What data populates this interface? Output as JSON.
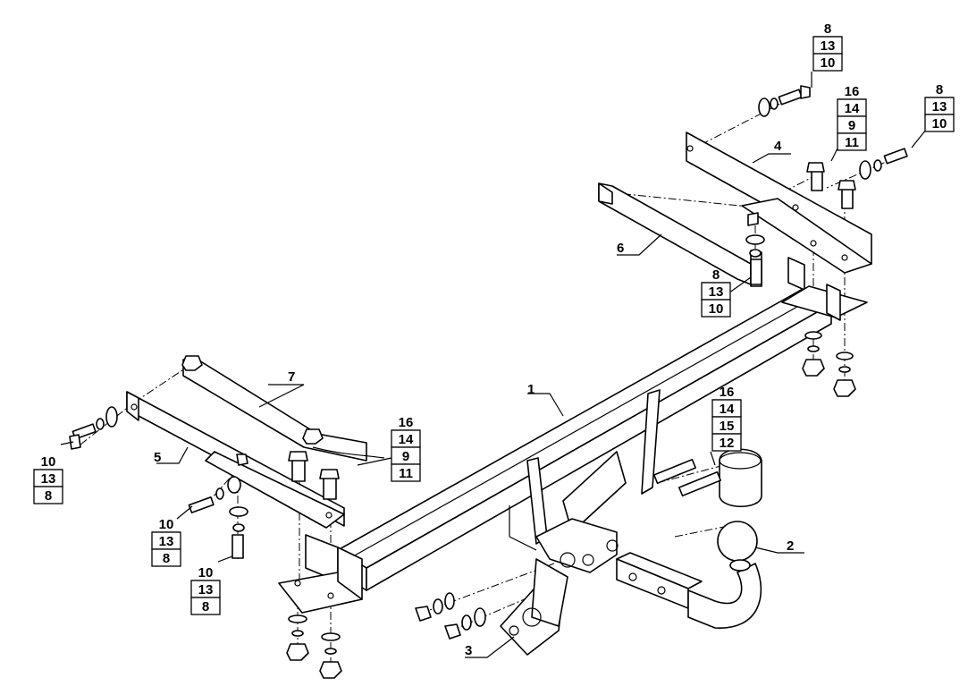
{
  "callouts": {
    "c1": "1",
    "c2": "2",
    "c3": "3",
    "c4": "4",
    "c5": "5",
    "c6": "6",
    "c7": "7"
  },
  "stacks": {
    "top_center": [
      "8",
      "13",
      "10"
    ],
    "top_mid": [
      "16",
      "14",
      "9",
      "11"
    ],
    "top_right": [
      "8",
      "13",
      "10"
    ],
    "mid_right": [
      "8",
      "13",
      "10"
    ],
    "left_center": [
      "16",
      "14",
      "9",
      "11"
    ],
    "ball": [
      "16",
      "14",
      "15",
      "12"
    ],
    "left_top": [
      "10",
      "13",
      "8"
    ],
    "left_mid": [
      "10",
      "13",
      "8"
    ],
    "left_bottom": [
      "10",
      "13",
      "8"
    ]
  }
}
